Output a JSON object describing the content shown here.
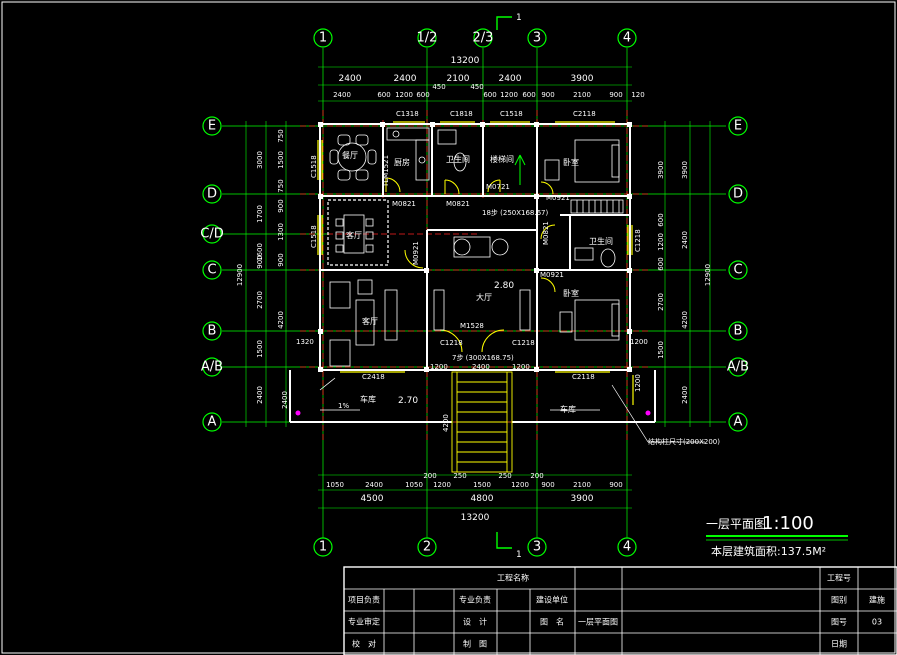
{
  "drawing": {
    "title": "一层平面图",
    "scale": "1:100",
    "area_label": "本层建筑面积:137.5M²",
    "section_mark": "1"
  },
  "axes_top": [
    "1",
    "1/2",
    "2/3",
    "3",
    "4"
  ],
  "axes_bottom": [
    "1",
    "2",
    "3",
    "4"
  ],
  "axes_left": [
    "E",
    "D",
    "C/D",
    "C",
    "B",
    "A/B",
    "A"
  ],
  "axes_right": [
    "E",
    "D",
    "C",
    "B",
    "A/B",
    "A"
  ],
  "dims_top": {
    "total": "13200",
    "row1": [
      "2400",
      "2400",
      "2100",
      "2400",
      "3900"
    ],
    "row2": [
      "2400",
      "600",
      "1200",
      "600",
      "450",
      "450",
      "600",
      "1200",
      "600",
      "900",
      "2100",
      "900",
      "120"
    ]
  },
  "dims_bottom": {
    "total": "13200",
    "row1": [
      "4500",
      "4800",
      "3900"
    ],
    "row2": [
      "1050",
      "2400",
      "1050",
      "1200",
      "250",
      "1500",
      "250",
      "1200",
      "900",
      "2100",
      "900"
    ],
    "small": [
      "200",
      "200"
    ]
  },
  "dims_left": {
    "total": "12900",
    "row1": [
      "3000",
      "1700",
      "1600",
      "900",
      "2700",
      "1500",
      "2400"
    ],
    "row2": [
      "750",
      "1500",
      "750",
      "900",
      "1300",
      "900",
      "4200"
    ]
  },
  "dims_right": {
    "total": "12900",
    "row1": [
      "3900",
      "2400",
      "4200",
      "2400"
    ],
    "row2": [
      "3900",
      "600",
      "1200",
      "600",
      "2700",
      "1500"
    ]
  },
  "rooms": [
    "餐厅",
    "厨房",
    "卫生间",
    "楼梯间",
    "卧室",
    "客厅",
    "大厅",
    "客厅",
    "卫生间",
    "卧室",
    "车库",
    "车库"
  ],
  "labels": {
    "windows": [
      "C1518",
      "C1518",
      "C1318",
      "C1818",
      "C1518",
      "C2118",
      "C1218",
      "C1218",
      "C2418",
      "C2118",
      "C1218"
    ],
    "doors": [
      "TLM1521",
      "M0821",
      "M0821",
      "M0721",
      "M0921",
      "M0821",
      "M0921",
      "M0921",
      "M1528"
    ],
    "stair_note": "18步 (250X168.67)",
    "stair_note2": "7步 (300X168.75)",
    "level_1": "2.80",
    "level_2": "2.70",
    "side_dim": "1320",
    "side_dim2": "1200",
    "side_dim3": "1200",
    "stair_len": "4200",
    "column_note": "结构柱尺寸(200X200)",
    "hall_dim": "2400",
    "hall_dim2": "1200",
    "hall_dim3": "1200",
    "slope": "1%"
  },
  "title_block": {
    "row1": [
      "",
      "",
      "",
      "",
      "工程名称",
      "",
      "",
      "",
      "工程号",
      ""
    ],
    "row2": [
      "项目负责",
      "",
      "",
      "专业负责",
      "",
      "建设单位",
      "",
      "",
      "图别",
      "建施"
    ],
    "row3": [
      "专业审定",
      "",
      "",
      "设　计",
      "",
      "图　名",
      "一层平面图",
      "",
      "图号",
      "03"
    ],
    "row4": [
      "校　对",
      "",
      "",
      "制　图",
      "",
      "",
      "",
      "",
      "日期",
      ""
    ]
  },
  "colors": {
    "background": "#000000",
    "axis_green": "#00ff00",
    "wall_white": "#ffffff",
    "grid_red": "#ff2020",
    "window_yellow": "#ffff00",
    "door_yellow": "#ffff00",
    "title_block_white": "#ffffff",
    "faint_grid": "#111111"
  }
}
